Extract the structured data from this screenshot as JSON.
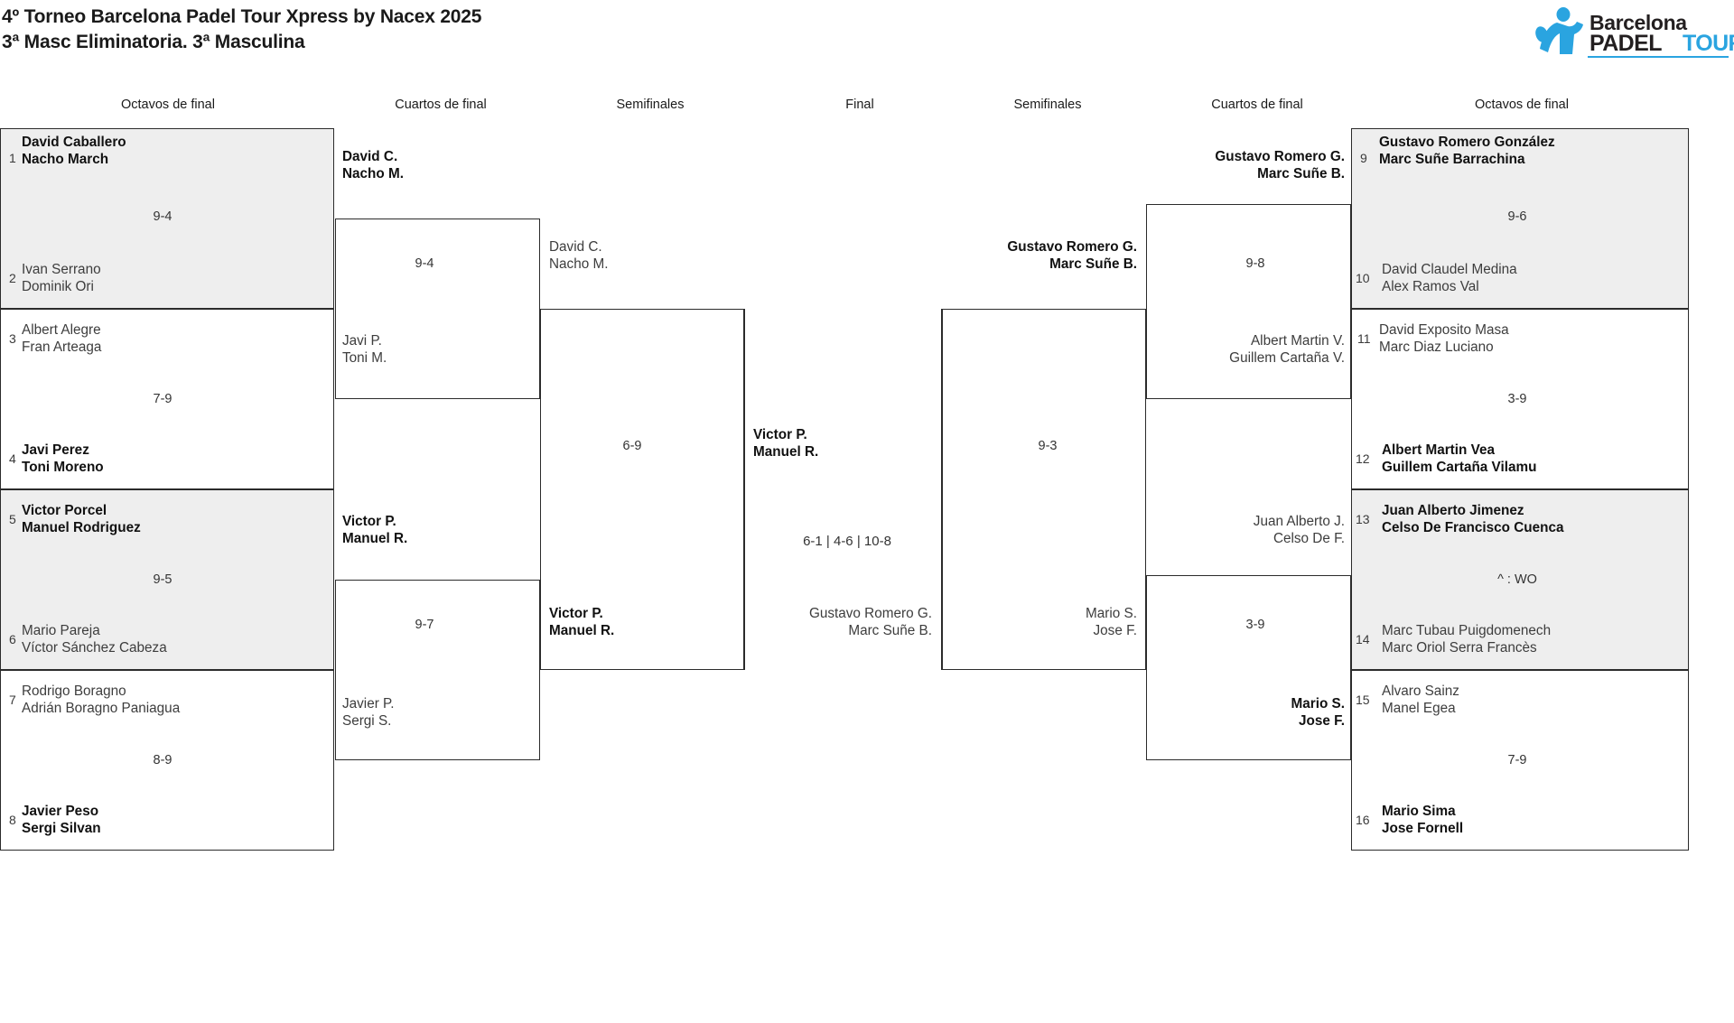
{
  "header": {
    "title_line1": "4º Torneo Barcelona Padel Tour Xpress by Nacex 2025",
    "title_line2": "3ª Masc Eliminatoria. 3ª Masculina",
    "logo": {
      "word1": "Barcelona",
      "word2": "PADEL",
      "word3": "TOUR",
      "icon": "padel-player-icon",
      "accent_color": "#2aa4e0"
    }
  },
  "round_headers": {
    "left_r16": "Octavos de final",
    "left_qf": "Cuartos de final",
    "left_sf": "Semifinales",
    "final": "Final",
    "right_sf": "Semifinales",
    "right_qf": "Cuartos de final",
    "right_r16": "Octavos de final"
  },
  "colors": {
    "shade": "#eeeeee",
    "border": "#2b2b2b",
    "text": "#1a1a1a",
    "accent": "#2aa4e0"
  },
  "left": {
    "r16": [
      {
        "seed": "1",
        "p1": "David Caballero",
        "p2": "Nacho March",
        "winner": true
      },
      {
        "seed": "2",
        "p1": "Ivan Serrano",
        "p2": "Dominik Ori",
        "winner": false
      },
      {
        "seed": "3",
        "p1": "Albert Alegre",
        "p2": "Fran Arteaga",
        "winner": false
      },
      {
        "seed": "4",
        "p1": "Javi Perez",
        "p2": "Toni Moreno",
        "winner": true
      },
      {
        "seed": "5",
        "p1": "Victor Porcel",
        "p2": "Manuel Rodriguez",
        "winner": true
      },
      {
        "seed": "6",
        "p1": "Mario Pareja",
        "p2": "Víctor Sánchez Cabeza",
        "winner": false
      },
      {
        "seed": "7",
        "p1": "Rodrigo Boragno",
        "p2": "Adrián Boragno Paniagua",
        "winner": false
      },
      {
        "seed": "8",
        "p1": "Javier Peso",
        "p2": "Sergi Silvan",
        "winner": true
      }
    ],
    "r16_scores": [
      "9-4",
      "7-9",
      "9-5",
      "8-9"
    ],
    "qf": [
      {
        "p1": "David C.",
        "p2": "Nacho M.",
        "winner": true
      },
      {
        "p1": "Javi P.",
        "p2": "Toni M.",
        "winner": false
      },
      {
        "p1": "Victor P.",
        "p2": "Manuel R.",
        "winner": true
      },
      {
        "p1": "Javier P.",
        "p2": "Sergi S.",
        "winner": false
      }
    ],
    "qf_scores": [
      "9-4",
      "9-7"
    ],
    "sf": [
      {
        "p1": "David C.",
        "p2": "Nacho M.",
        "winner": false
      },
      {
        "p1": "Victor P.",
        "p2": "Manuel R.",
        "winner": true
      }
    ],
    "sf_scores": [
      "6-9"
    ]
  },
  "final": {
    "top": {
      "p1": "Victor P.",
      "p2": "Manuel R.",
      "winner": true
    },
    "bottom": {
      "p1": "Gustavo Romero G.",
      "p2": "Marc Suñe B.",
      "winner": false
    },
    "score": "6-1 | 4-6 | 10-8"
  },
  "right": {
    "r16": [
      {
        "seed": "9",
        "p1": "Gustavo Romero González",
        "p2": "Marc Suñe Barrachina",
        "winner": true
      },
      {
        "seed": "10",
        "p1": "David Claudel Medina",
        "p2": "Alex Ramos Val",
        "winner": false
      },
      {
        "seed": "11",
        "p1": "David Exposito Masa",
        "p2": "Marc Diaz Luciano",
        "winner": false
      },
      {
        "seed": "12",
        "p1": "Albert Martin Vea",
        "p2": "Guillem Cartaña Vilamu",
        "winner": true
      },
      {
        "seed": "13",
        "p1": "Juan Alberto Jimenez",
        "p2": "Celso De Francisco Cuenca",
        "winner": true
      },
      {
        "seed": "14",
        "p1": "Marc Tubau Puigdomenech",
        "p2": "Marc Oriol Serra Francès",
        "winner": false
      },
      {
        "seed": "15",
        "p1": "Alvaro Sainz",
        "p2": "Manel Egea",
        "winner": false
      },
      {
        "seed": "16",
        "p1": "Mario Sima",
        "p2": "Jose Fornell",
        "winner": true
      }
    ],
    "r16_scores": [
      "9-6",
      "3-9",
      "^ : WO",
      "7-9"
    ],
    "qf": [
      {
        "p1": "Gustavo Romero G.",
        "p2": "Marc Suñe B.",
        "winner": true
      },
      {
        "p1": "Albert Martin V.",
        "p2": "Guillem Cartaña V.",
        "winner": false
      },
      {
        "p1": "Juan Alberto J.",
        "p2": "Celso De F.",
        "winner": false
      },
      {
        "p1": "Mario S.",
        "p2": "Jose F.",
        "winner": true
      }
    ],
    "qf_scores": [
      "9-8",
      "3-9"
    ],
    "sf": [
      {
        "p1": "Gustavo Romero G.",
        "p2": "Marc Suñe B.",
        "winner": true
      },
      {
        "p1": "Mario S.",
        "p2": "Jose F.",
        "winner": false
      }
    ],
    "sf_scores": [
      "9-3"
    ]
  }
}
